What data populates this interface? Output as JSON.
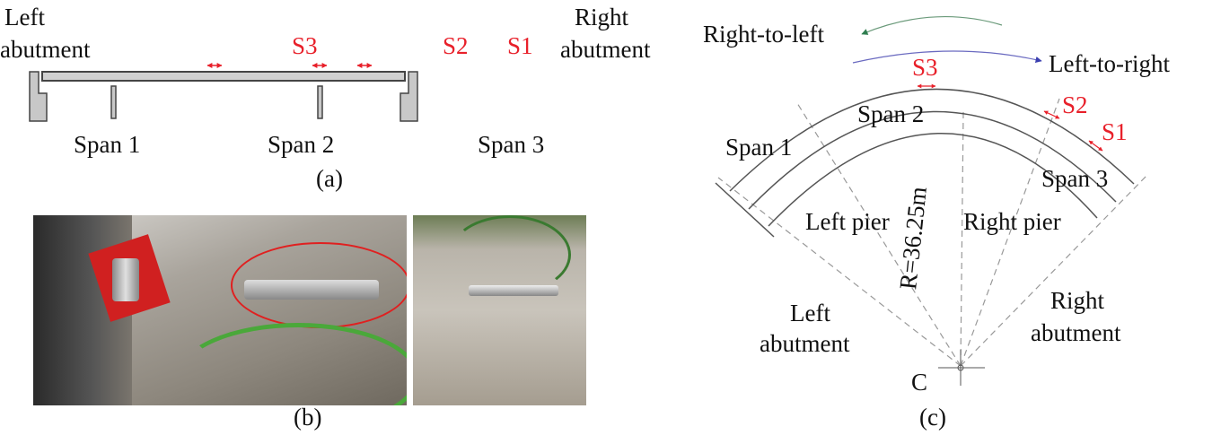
{
  "panel_a": {
    "left_abutment": [
      "Left",
      "abutment"
    ],
    "right_abutment": [
      "Right",
      "abutment"
    ],
    "sensors": [
      "S3",
      "S2",
      "S1"
    ],
    "spans": [
      "Span 1",
      "Span 2",
      "Span 3"
    ],
    "caption": "(a)"
  },
  "panel_b": {
    "caption": "(b)"
  },
  "panel_c": {
    "right_to_left": "Right-to-left",
    "left_to_right": "Left-to-right",
    "sensors": [
      "S3",
      "S2",
      "S1"
    ],
    "spans": [
      "Span 1",
      "Span 2",
      "Span 3"
    ],
    "left_pier": "Left pier",
    "right_pier": "Right pier",
    "radius": "R=36.25m",
    "left_abutment": [
      "Left",
      "abutment"
    ],
    "right_abutment": [
      "Right",
      "abutment"
    ],
    "center": "C",
    "caption": "(c)"
  },
  "colors": {
    "sensor": "#e8202a",
    "right_to_left_arrow": "#2e7d4f",
    "left_to_right_arrow": "#3b3fb0"
  }
}
